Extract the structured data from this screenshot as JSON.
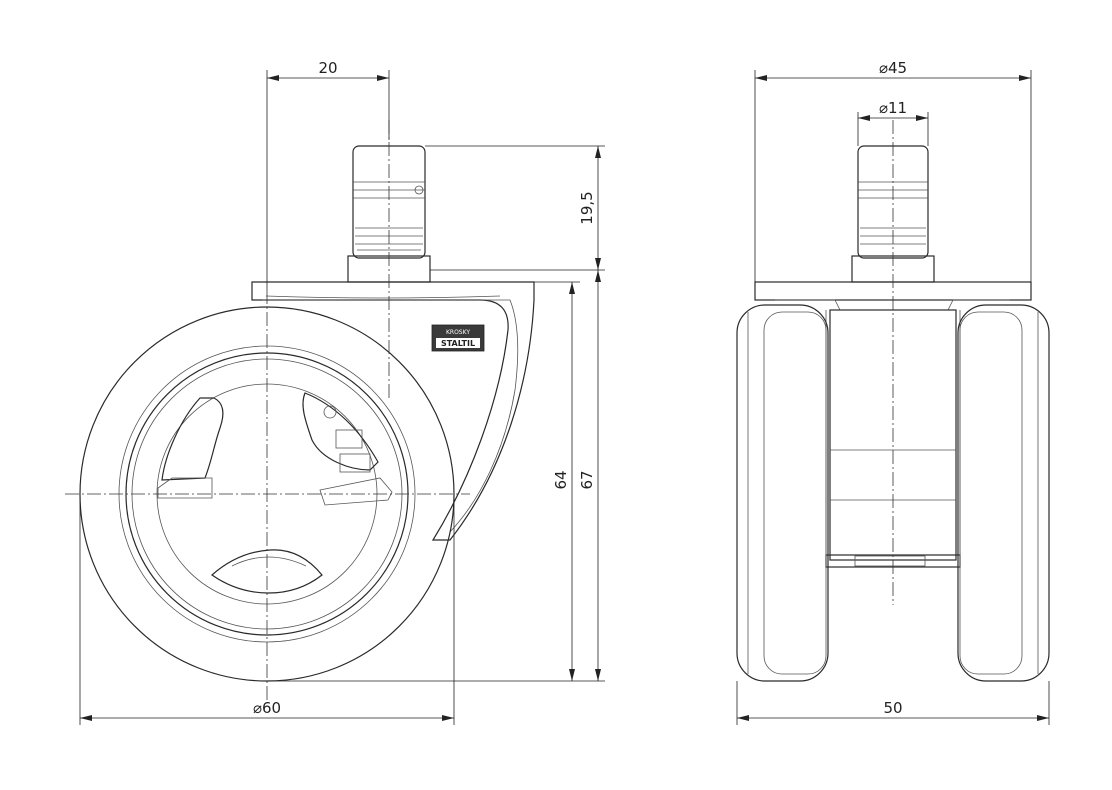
{
  "dimensions": {
    "top_offset": "20",
    "stem_length": "19,5",
    "height_64": "64",
    "height_67": "67",
    "wheel_diameter": "⌀60",
    "plate_width": "⌀45",
    "stem_diameter": "⌀11",
    "overall_width": "50"
  },
  "logo": {
    "top": "KROSKY",
    "bottom": "STALTIL"
  }
}
